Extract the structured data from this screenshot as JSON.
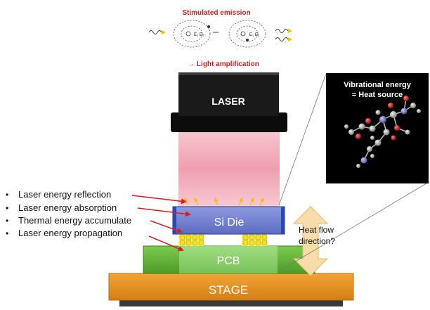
{
  "top": {
    "title": "Stimulated emission",
    "subtitle": "→ Light amplification",
    "atom_label_e1": "E₁",
    "atom_label_e2": "E₂"
  },
  "blocks": {
    "laser": "LASER",
    "die": "Si Die",
    "pcb": "PCB",
    "stage": "STAGE"
  },
  "inset": {
    "line1": "Vibrational energy",
    "line2": "= Heat source"
  },
  "bullets": [
    "Laser energy reflection",
    "Laser energy absorption",
    "Thermal energy accumulate",
    "Laser energy propagation"
  ],
  "heat_flow": {
    "line1": "Heat flow",
    "line2": "direction?"
  },
  "colors": {
    "accent_red": "#d62020",
    "laser_black": "#111111",
    "beam_pink": "#efa0b0",
    "die_blue": "#6f7fd0",
    "pcb_green": "#63b53a",
    "stage_orange": "#e8901c",
    "solder_yellow": "#f3e21a",
    "arrow_tan": "#f7d9a4"
  }
}
